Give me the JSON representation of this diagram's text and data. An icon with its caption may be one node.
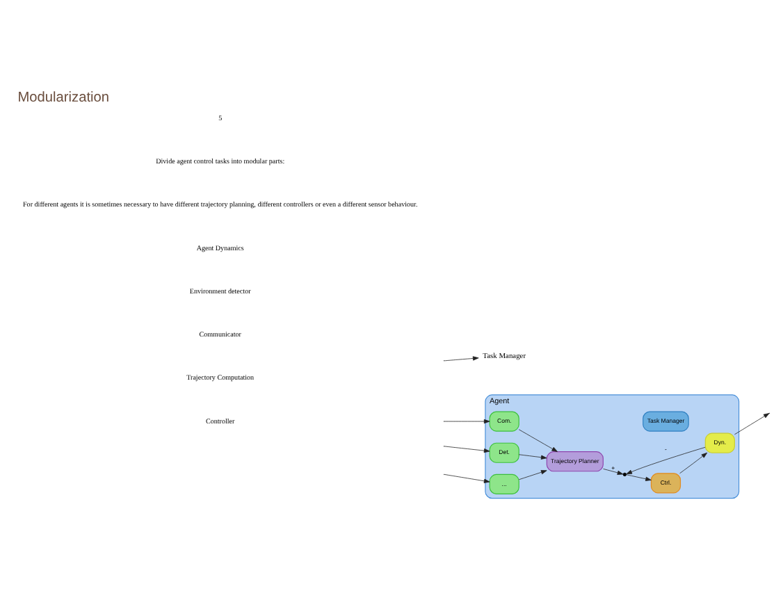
{
  "diagram": {
    "title": "Modularization",
    "nodes": [
      {
        "text": [
          "Task Manager"
        ]
      },
      {
        "text": [
          "Agent"
        ]
      },
      {
        "text": [
          "Trajectory Planner"
        ],
        "in": 1
      },
      {
        "text": [],
        "shape": "circle",
        "in": 1
      },
      {
        "text": [
          "Ctrl."
        ],
        "in": 1
      },
      {
        "text": [
          "Dyn."
        ],
        "in": 1
      },
      {
        "text": [
          "Task Manager"
        ],
        "in": 1
      },
      {
        "text": [
          "Com."
        ],
        "in": 1
      },
      {
        "text": [
          "Det."
        ],
        "in": 1
      },
      {
        "text": [
          "..."
        ],
        "in": 1
      }
    ],
    "edges": [
      {
        "from": null,
        "to": 0,
        "arrow": "to"
      },
      {
        "from": 2,
        "to": 3,
        "arrow": "to",
        "label": "+"
      },
      {
        "from": 3,
        "to": 4,
        "arrow": "to"
      },
      {
        "from": 4,
        "to": 5,
        "arrow": "to"
      },
      {
        "from": 5,
        "to": null,
        "arrow": "to"
      },
      {
        "from": 5,
        "to": 3,
        "arrow": "to",
        "label": "-"
      },
      {
        "from": 7,
        "to": 2,
        "arrow": "to"
      },
      {
        "from": 8,
        "to": 2,
        "arrow": "to"
      },
      {
        "from": 9,
        "to": 2,
        "arrow": "to"
      },
      {
        "from": null,
        "to": 7,
        "arrow": "to"
      },
      {
        "from": null,
        "to": 8,
        "arrow": "to"
      },
      {
        "from": null,
        "to": 9,
        "arrow": "to"
      }
    ],
    "labels": [
      "5",
      "Divide agent control tasks into modular parts:",
      "For different agents it is sometimes necessary to have different trajectory planning, different controllers or even a different sensor behaviour.",
      "Agent Dynamics",
      "Environment detector",
      "Communicator",
      "Trajectory Computation",
      "Controller"
    ]
  }
}
